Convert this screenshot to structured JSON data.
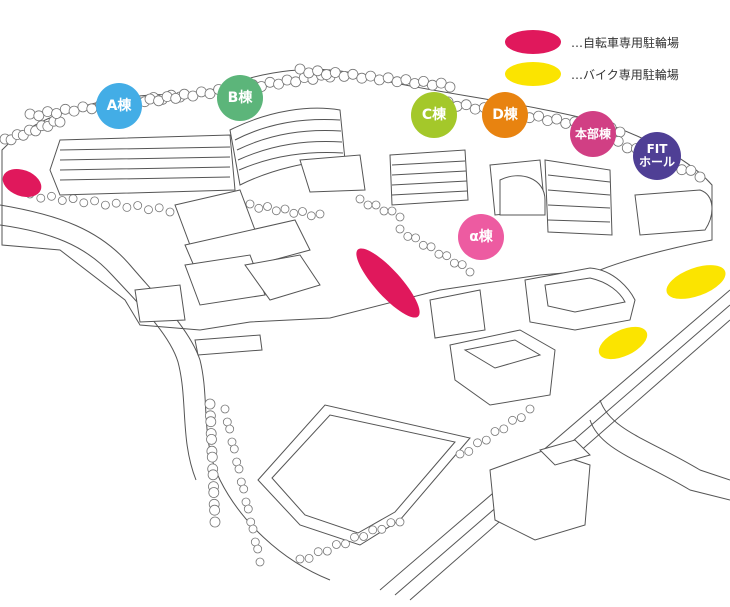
{
  "legend": {
    "bicycle": {
      "label": "…自転車専用駐輪場",
      "color": "#e0185c"
    },
    "motorbike": {
      "label": "…バイク専用駐輪場",
      "color": "#fbe400"
    }
  },
  "buildings": {
    "a": {
      "label": "A棟",
      "color": "#43ade6"
    },
    "b": {
      "label": "B棟",
      "color": "#5cb57a"
    },
    "c": {
      "label": "C棟",
      "color": "#a4c82a"
    },
    "d": {
      "label": "D棟",
      "color": "#e88310"
    },
    "honbu": {
      "label": "本部棟",
      "color": "#d13f84"
    },
    "fit": {
      "line1": "FIT",
      "line2": "ホール",
      "color": "#4f3f95"
    },
    "alpha": {
      "label": "α棟",
      "color": "#ed5ba1"
    }
  },
  "colors": {
    "line": "#555555",
    "tree": "#777777",
    "building_fill": "#ffffff"
  }
}
